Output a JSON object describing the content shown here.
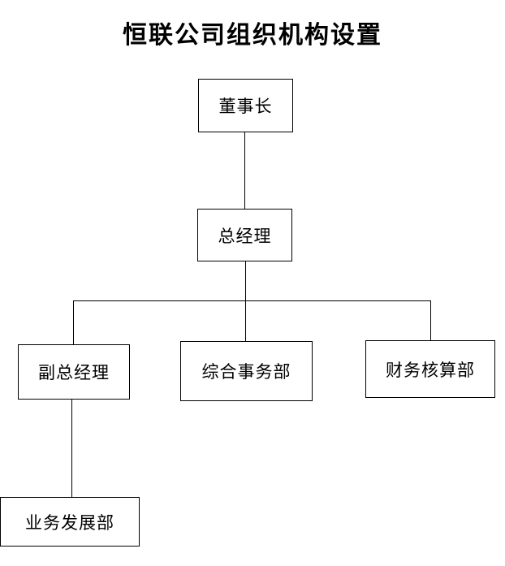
{
  "title": "恒联公司组织机构设置",
  "nodes": {
    "chairman": "董事长",
    "general_manager": "总经理",
    "deputy_general_manager": "副总经理",
    "general_affairs_dept": "综合事务部",
    "finance_accounting_dept": "财务核算部",
    "business_development_dept": "业务发展部"
  },
  "hierarchy": [
    {
      "from": "董事长",
      "to": "总经理"
    },
    {
      "from": "总经理",
      "to": "副总经理"
    },
    {
      "from": "总经理",
      "to": "综合事务部"
    },
    {
      "from": "总经理",
      "to": "财务核算部"
    },
    {
      "from": "副总经理",
      "to": "业务发展部"
    }
  ],
  "style": {
    "background_color": "#ffffff",
    "line_color": "#000000",
    "text_color": "#000000"
  }
}
